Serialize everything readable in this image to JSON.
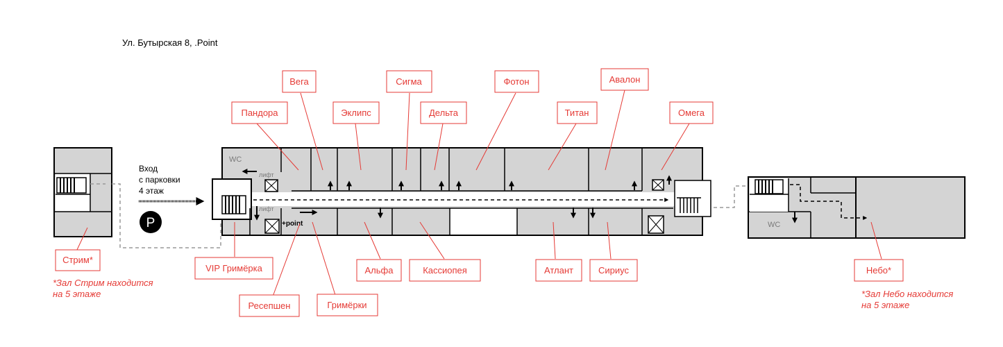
{
  "address": "Ул. Бутырская 8, .Point",
  "entrance": {
    "line1": "Вход",
    "line2": "с парковки",
    "line3": "4 этаж",
    "parking_symbol": "P"
  },
  "markers": {
    "wc": "WC",
    "lift": "лифт",
    "point_logo": "+point"
  },
  "rooms_top": [
    {
      "id": "vega",
      "label": "Вега"
    },
    {
      "id": "sigma",
      "label": "Сигма"
    },
    {
      "id": "foton",
      "label": "Фотон"
    },
    {
      "id": "avalon",
      "label": "Авалон"
    },
    {
      "id": "pandora",
      "label": "Пандора"
    },
    {
      "id": "eklips",
      "label": "Эклипс"
    },
    {
      "id": "delta",
      "label": "Дельта"
    },
    {
      "id": "titan",
      "label": "Титан"
    },
    {
      "id": "omega",
      "label": "Омега"
    }
  ],
  "rooms_bottom": [
    {
      "id": "strim",
      "label": "Стрим*"
    },
    {
      "id": "vip",
      "label": "VIP Гримёрка"
    },
    {
      "id": "alfa",
      "label": "Альфа"
    },
    {
      "id": "kassiopeya",
      "label": "Кассиопея"
    },
    {
      "id": "atlant",
      "label": "Атлант"
    },
    {
      "id": "sirius",
      "label": "Сириус"
    },
    {
      "id": "nebo",
      "label": "Небо*"
    },
    {
      "id": "reception",
      "label": "Ресепшен"
    },
    {
      "id": "grimerki",
      "label": "Гримёрки"
    }
  ],
  "notes": {
    "strim_line1": "*Зал Стрим находится",
    "strim_line2": "на 5 этаже",
    "nebo_line1": "*Зал Небо находится",
    "nebo_line2": "на 5 этаже"
  },
  "colors": {
    "accent": "#e53a35",
    "room_fill": "#d4d4d4",
    "wall": "#000000"
  }
}
